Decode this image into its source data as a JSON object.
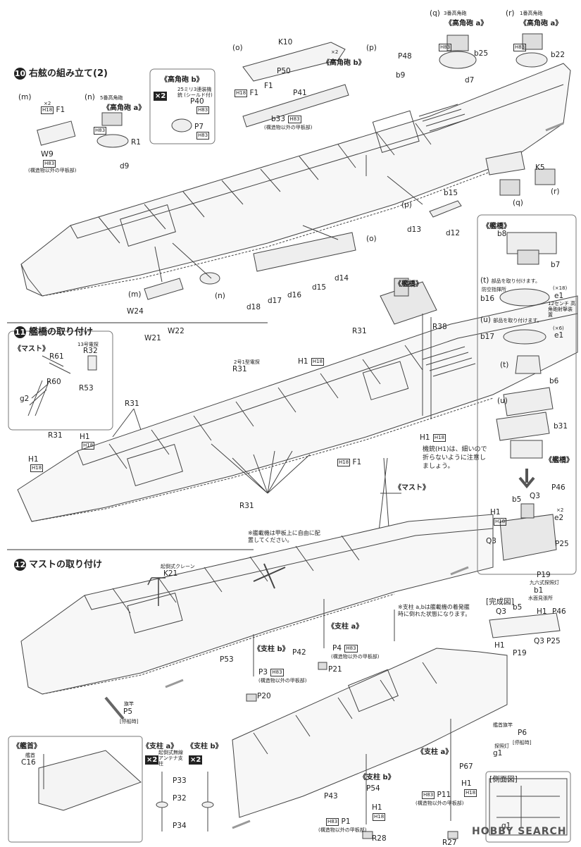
{
  "steps": {
    "s10": {
      "num": "10",
      "title": "右舷の組み立て(2)"
    },
    "s11": {
      "num": "11",
      "title": "艦橋の取り付け"
    },
    "s12": {
      "num": "12",
      "title": "マストの取り付け"
    }
  },
  "section_labels": {
    "m": "(m)",
    "n": "(n)",
    "o": "(o)",
    "p": "(p)",
    "q": "(q)",
    "r": "(r)",
    "t": "(t)",
    "u": "(u)",
    "o2": "(o)",
    "m2": "(m)",
    "n2": "(n)",
    "p2": "(p)",
    "q2": "(q)",
    "r2": "(r)",
    "t2": "(t)",
    "u2": "(u)"
  },
  "titles": {
    "kokakuho_b": "《高角砲 b》",
    "kokakuho_a": "《高角砲 a》",
    "kankyo": "《艦橋》",
    "mast": "《マスト》",
    "shichu_a": "《支柱 a》",
    "shichu_b": "《支柱 b》",
    "kanmi": "《艦首》",
    "kansei": "[完成図]",
    "sokumen": "[側面図]",
    "teihaku": "[停船時]",
    "mast2": "《マスト》",
    "kankyo2": "《艦橋》",
    "x2": "×2"
  },
  "notes": {
    "kozo_igai": "(構造物以外の甲板部)",
    "sanbanunit": "3番高角砲",
    "ichibanunit": "1番高角砲",
    "goban": "5番高角砲",
    "kijuu25": "25ミリ3連装機銃 (シールド付)",
    "buhin_t": "部品を取り付けます。",
    "buhin_u": "部品を取り付けます。",
    "boku": "防空指揮所",
    "kijuu12": "12センチ 高角砲射撃装置",
    "kiju_h1": "機銃(H1)は、細いので折らないように注意しましょう。",
    "kanjoki": "※艦載機は甲板上に自由に配置してください。",
    "shichu_note": "※支柱 a,bは艦載機の着発艦時に倒れた状態になります。",
    "crane": "起倒式クレーン",
    "kanbyo": "艦首",
    "kikisenpo": "起倒式無線アンテナ支柱",
    "sokyo": "13号電探",
    "hakuhoki": "旗竿",
    "teihakuji": "停船時",
    "suijo": "水面見張所",
    "kikan": "機銃",
    "nanakyu": "九六式探照灯",
    "keni": "探照灯",
    "hokan": "艦首旗竿",
    "bowl": "10",
    "hosho": "2号1型電探"
  },
  "parts": {
    "F1": "F1",
    "W9": "W9",
    "R1": "R1",
    "d9": "d9",
    "P40": "P40",
    "P7": "P7",
    "K10": "K10",
    "P50": "P50",
    "P41": "P41",
    "b33": "b33",
    "P48": "P48",
    "b9": "b9",
    "b25": "b25",
    "d7": "d7",
    "b22": "b22",
    "K5": "K5",
    "b15": "b15",
    "d13": "d13",
    "d12": "d12",
    "d14": "d14",
    "d15": "d15",
    "d16": "d16",
    "d17": "d17",
    "d18": "d18",
    "W24": "W24",
    "W21": "W21",
    "W22": "W22",
    "b8": "b8",
    "b7": "b7",
    "b16": "b16",
    "e1": "e1",
    "b17": "b17",
    "b6": "b6",
    "b31": "b31",
    "P46": "P46",
    "Q3": "Q3",
    "b5": "b5",
    "H1": "H1",
    "e2": "e2",
    "P25": "P25",
    "P19": "P19",
    "b1": "b1",
    "R31": "R31",
    "R38": "R38",
    "R61": "R61",
    "R32": "R32",
    "R60": "R60",
    "R53": "R53",
    "g2": "g2",
    "K21": "K21",
    "P53": "P53",
    "P3": "P3",
    "P20": "P20",
    "P5": "P5",
    "P42": "P42",
    "P4": "P4",
    "P21": "P21",
    "P6": "P6",
    "g1": "g1",
    "P67": "P67",
    "P11": "P11",
    "P54": "P54",
    "P43": "P43",
    "P1": "P1",
    "R28": "R28",
    "R27": "R27",
    "C16": "C16",
    "P33": "P33",
    "P32": "P32",
    "P34": "P34",
    "H18": "H18",
    "H83": "H83"
  },
  "watermark": "HOBBY SEARCH"
}
